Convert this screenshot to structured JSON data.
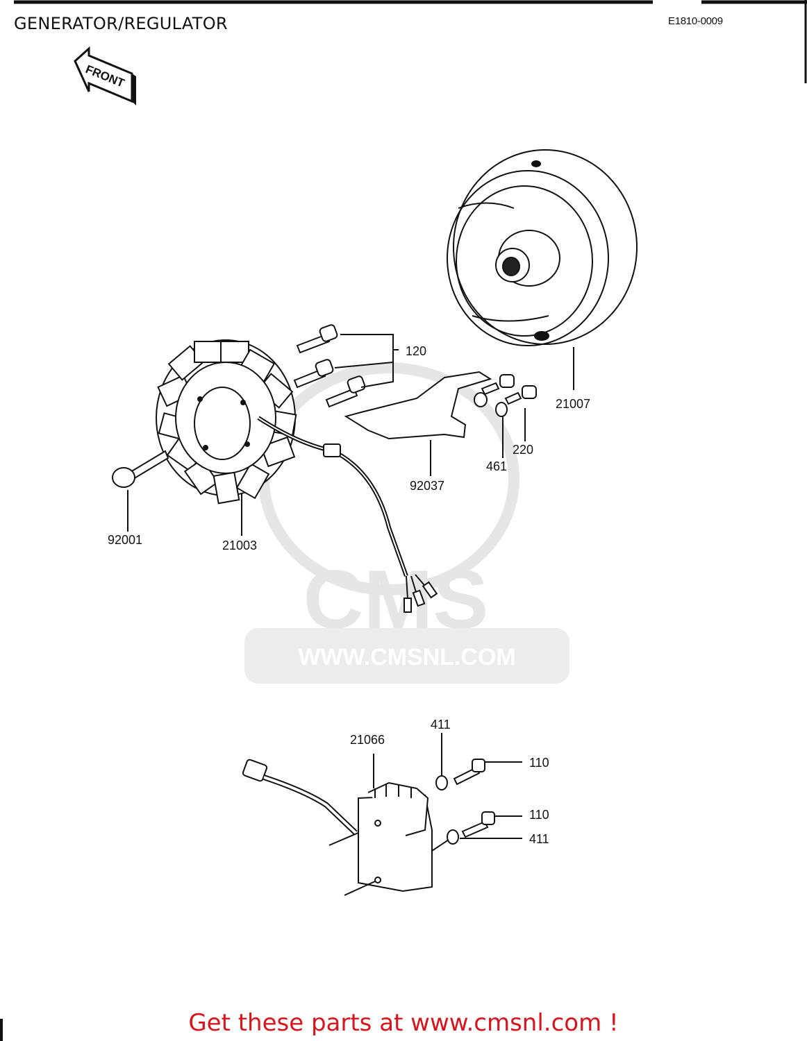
{
  "header": {
    "title": "GENERATOR/REGULATOR",
    "diagram_code": "E1810-0009"
  },
  "front_arrow": {
    "label": "FRONT"
  },
  "callouts": {
    "c120": "120",
    "c21007": "21007",
    "c220": "220",
    "c461": "461",
    "c92037": "92037",
    "c92001": "92001",
    "c21003": "21003",
    "c411_top": "411",
    "c21066": "21066",
    "c110_top": "110",
    "c110_mid": "110",
    "c411_bottom": "411"
  },
  "watermark": {
    "brand": "CMS",
    "url": "WWW.CMSNL.COM"
  },
  "footer": {
    "text": "Get these parts at www.cmsnl.com !",
    "color": "#d8141c"
  }
}
